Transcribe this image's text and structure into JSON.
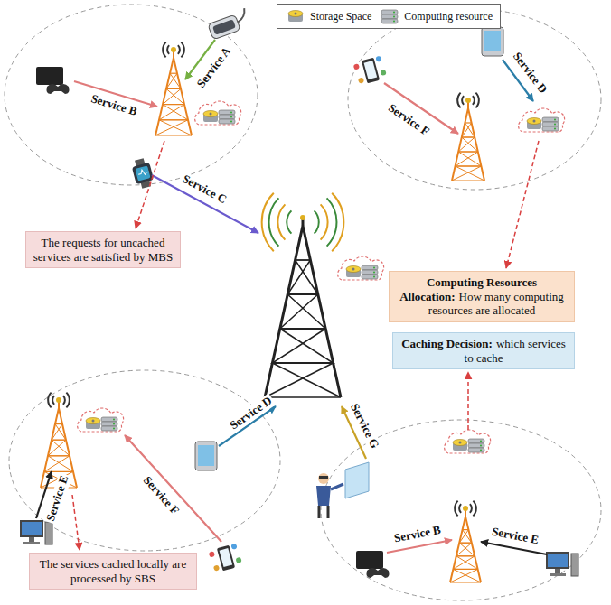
{
  "diagram": {
    "nodes": [
      {
        "text": [
          "The requests for uncached services are satisfied by MBS"
        ]
      },
      {
        "text": [
          "Computing Resources Allocation:",
          "How many computing resources are allocated"
        ]
      },
      {
        "text": [
          "Caching Decision:",
          "which services to cache"
        ]
      },
      {
        "text": [
          "The services cached locally are processed by SBS"
        ]
      }
    ],
    "edges": [],
    "labels": [
      "Service B",
      "Service A",
      "Service C",
      "Service F",
      "Service D",
      "Service D",
      "Service E",
      "Service F",
      "Service G",
      "Service B",
      "Service E"
    ],
    "legend": [
      {
        "text": "Storage Space"
      },
      {
        "text": "Computing resource"
      }
    ]
  }
}
